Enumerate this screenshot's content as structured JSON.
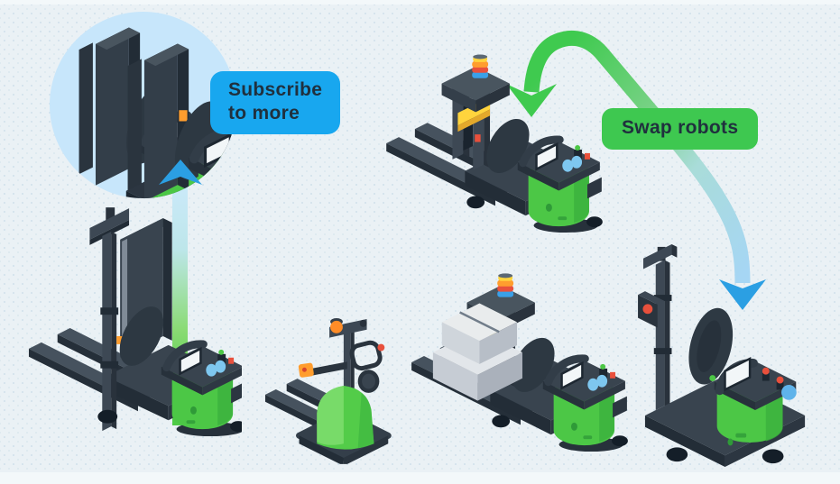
{
  "scene": {
    "background_color": "#eaf1f5",
    "dot_color": "#d4e3ec",
    "inset": {
      "circle_color": "#c7e6fb",
      "pointer_color": "#2b9fe3",
      "beam_top_color": "#cdeafc",
      "beam_bottom_color": "#4ecb47"
    },
    "callouts": {
      "subscribe": {
        "line1": "Subscribe",
        "line2": "to more",
        "bg_color": "#18a7ef",
        "text_color": "#20303e"
      },
      "swap": {
        "label": "Swap robots",
        "bg_color": "#3ec850",
        "text_color": "#20303e"
      }
    },
    "swap_arrow": {
      "green": "#3fca4f",
      "blue": "#2b9fe3"
    },
    "robot_colors": {
      "green_body": "#4cc746",
      "dark_chassis": "#39444f"
    },
    "robots": [
      {
        "name": "docked-stackers-inset"
      },
      {
        "name": "tall-mast-stacker"
      },
      {
        "name": "pallet-truck"
      },
      {
        "name": "counterbalance-stacker"
      },
      {
        "name": "counterbalance-stacker-loaded"
      },
      {
        "name": "tow-tugger"
      }
    ]
  }
}
